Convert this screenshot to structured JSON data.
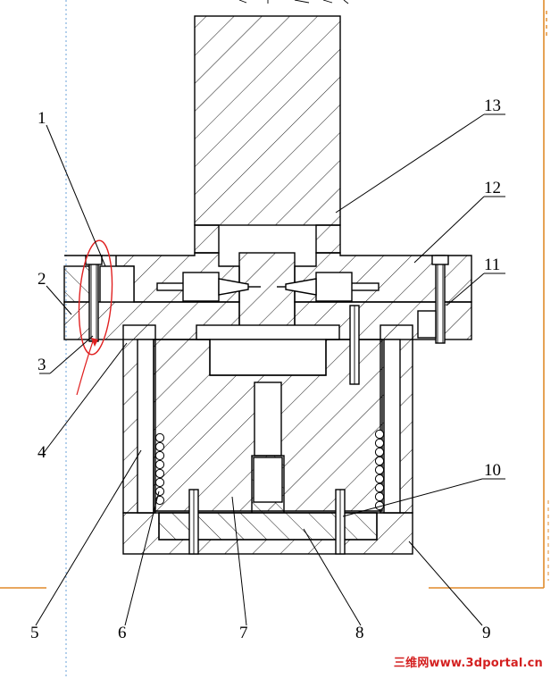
{
  "diagram": {
    "callouts": [
      {
        "id": "1",
        "label": "1"
      },
      {
        "id": "2",
        "label": "2"
      },
      {
        "id": "3",
        "label": "3"
      },
      {
        "id": "4",
        "label": "4"
      },
      {
        "id": "5",
        "label": "5"
      },
      {
        "id": "6",
        "label": "6"
      },
      {
        "id": "7",
        "label": "7"
      },
      {
        "id": "8",
        "label": "8"
      },
      {
        "id": "9",
        "label": "9"
      },
      {
        "id": "10",
        "label": "10"
      },
      {
        "id": "11",
        "label": "11"
      },
      {
        "id": "12",
        "label": "12"
      },
      {
        "id": "13",
        "label": "13"
      }
    ],
    "watermark": "三维网www.3dportal.cn",
    "colors": {
      "line": "#000000",
      "frame_orange": "#e08a2a",
      "centerline_blue": "#6aa0d8",
      "annotation_red": "#e02020"
    }
  }
}
